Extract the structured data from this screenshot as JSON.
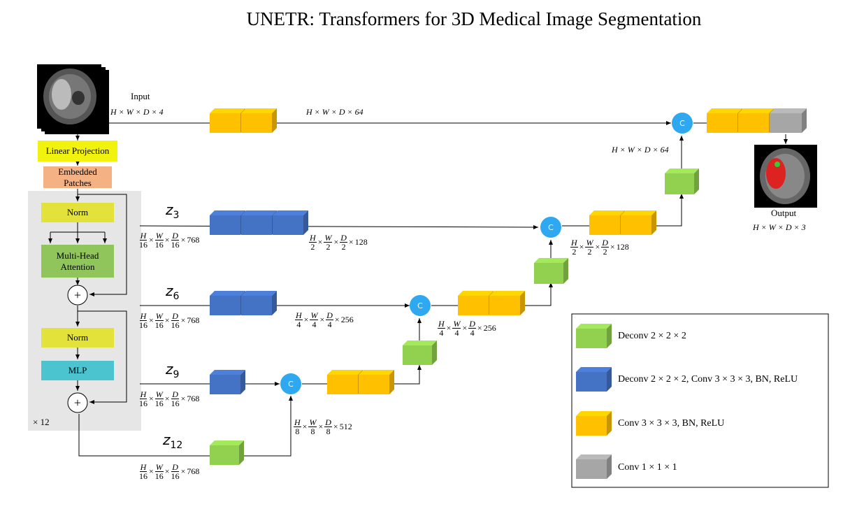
{
  "title": "UNETR: Transformers for 3D Medical Image Segmentation",
  "input": {
    "label": "Input",
    "dims": "H × W × D × 4"
  },
  "output": {
    "label": "Output",
    "dims": "H × W × D × 3"
  },
  "encoder": {
    "linear_projection": "Linear Projection",
    "embedded_patches": "Embedded Patches",
    "norm1": "Norm",
    "mha": "Multi-Head Attention",
    "norm2": "Norm",
    "mlp": "MLP",
    "repeat": "× 12",
    "plus": "+"
  },
  "skips": {
    "z3": {
      "sym": "z",
      "sub": "3"
    },
    "z6": {
      "sym": "z",
      "sub": "6"
    },
    "z9": {
      "sym": "z",
      "sub": "9"
    },
    "z12": {
      "sym": "z",
      "sub": "12"
    }
  },
  "dims": {
    "top_skip": "H × W × D × 64",
    "top_up": "H × W × D × 64",
    "tok_ch": "768",
    "half_ch": "128",
    "quarter_ch": "256",
    "eighth_ch": "512",
    "H": "H",
    "W": "W",
    "D": "D",
    "d16": "16",
    "d2": "2",
    "d4": "4",
    "d8": "8",
    "times": "×"
  },
  "concat_label": "C",
  "legend": [
    {
      "color": "#92d050",
      "label": "Deconv 2 × 2 × 2"
    },
    {
      "color": "#4472c4",
      "label": "Deconv 2 × 2 × 2, Conv 3 × 3 × 3, BN, ReLU"
    },
    {
      "color": "#ffc000",
      "label": "Conv 3 × 3 × 3, BN, ReLU"
    },
    {
      "color": "#a6a6a6",
      "label": "Conv 1 × 1 × 1"
    }
  ],
  "colors": {
    "green": "#92d050",
    "blue": "#4472c4",
    "yellow": "#ffc000",
    "gray": "#a6a6a6",
    "concat": "#2ea8f0",
    "linear": "#f2f20f",
    "embed": "#f4b183",
    "norm": "#e2e23a",
    "mha": "#8fc55a",
    "mlp": "#4bc4cf",
    "panel": "#e6e6e6"
  }
}
